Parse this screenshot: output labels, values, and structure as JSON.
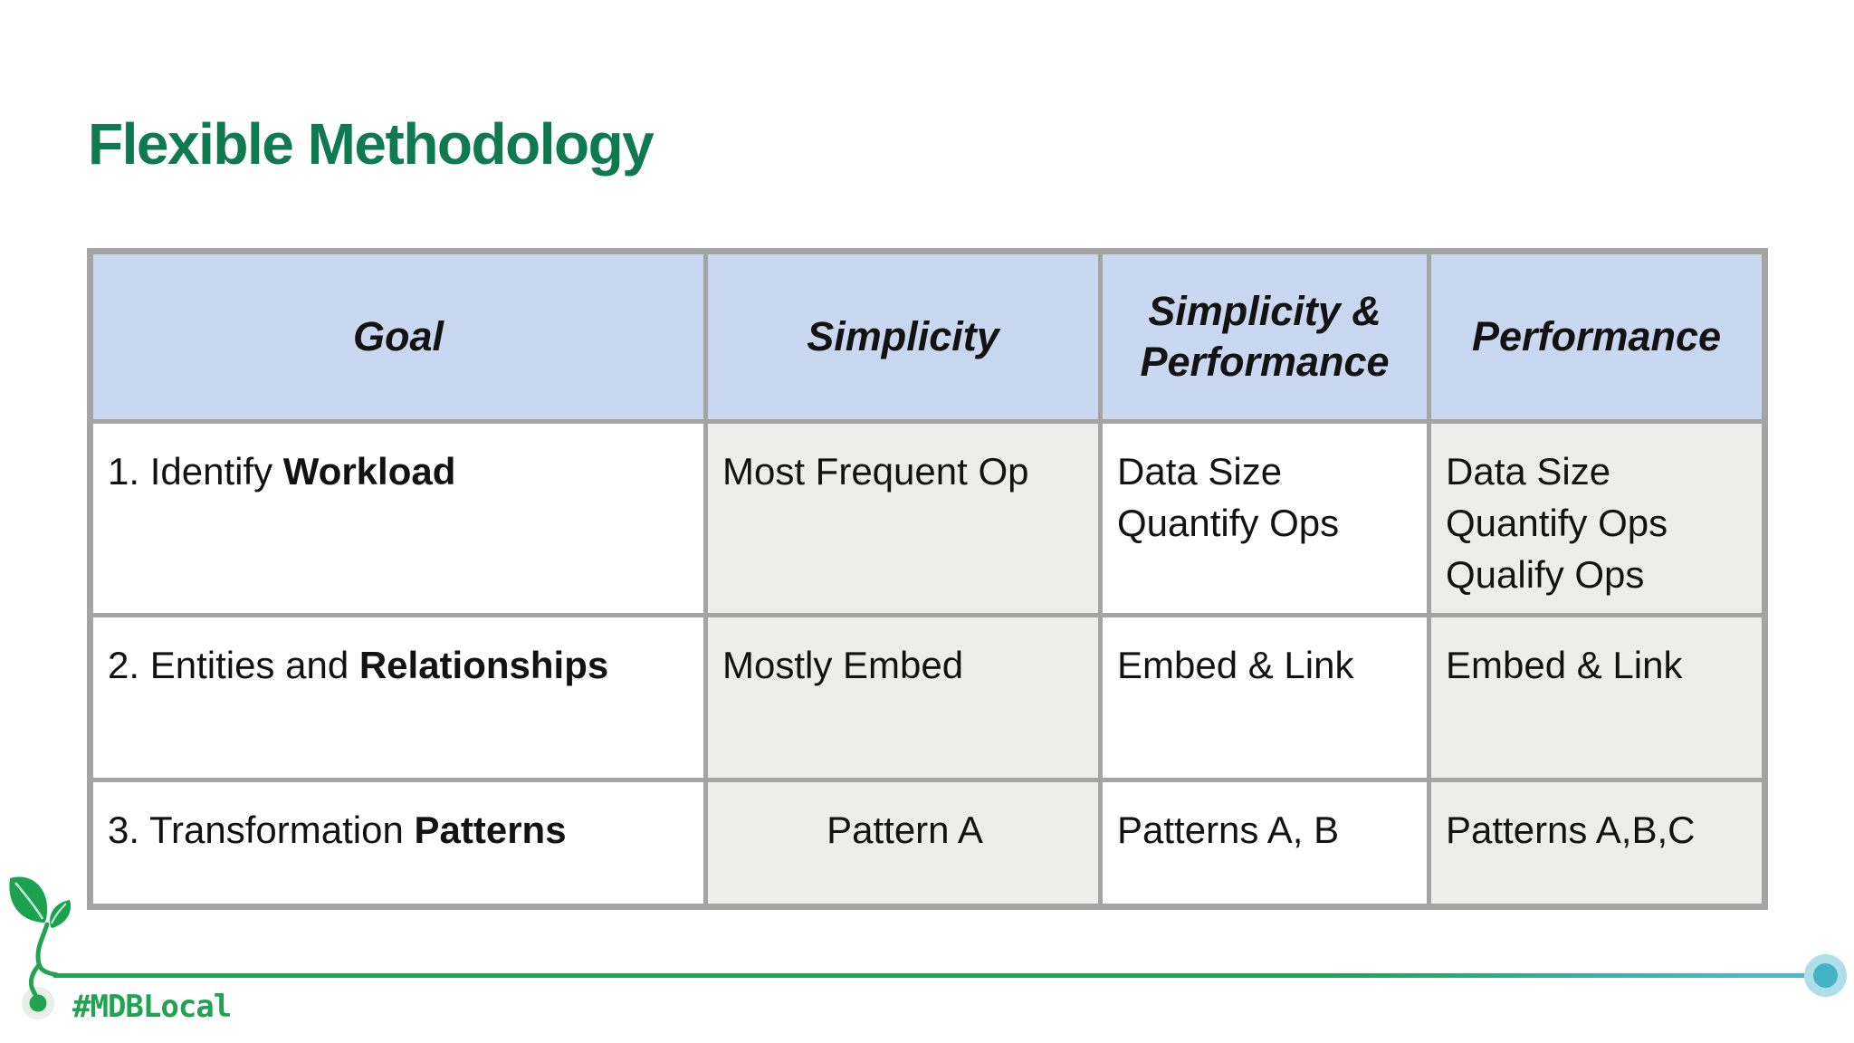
{
  "slide": {
    "title": "Flexible Methodology"
  },
  "table": {
    "headers": [
      "Goal",
      "Simplicity",
      "Simplicity &\nPerformance",
      "Performance"
    ],
    "rows": [
      {
        "goal_prefix": "1. Identify ",
        "goal_keyword": "Workload",
        "simplicity": "Most Frequent Op",
        "simplicity_performance": "Data Size\nQuantify Ops",
        "performance": "Data Size\nQuantify Ops\nQualify Ops"
      },
      {
        "goal_prefix": "2. Entities and ",
        "goal_keyword": "Relationships",
        "simplicity": "Mostly Embed",
        "simplicity_performance": "Embed & Link",
        "performance": "Embed & Link"
      },
      {
        "goal_prefix": "3. Transformation ",
        "goal_keyword": "Patterns",
        "simplicity": "Pattern A",
        "simplicity_performance": "Patterns A, B",
        "performance": "Patterns A,B,C"
      }
    ]
  },
  "footer": {
    "hashtag": "#MDBLocal",
    "icon": "sprout-icon"
  },
  "colors": {
    "title_green": "#0f7a52",
    "header_blue": "#c9d7f1",
    "cell_gray": "#ededec",
    "border_gray": "#a4a4a4",
    "brand_green": "#21a351",
    "line_teal": "#4db6ca",
    "dot_halo_teal": "#aedee8"
  }
}
